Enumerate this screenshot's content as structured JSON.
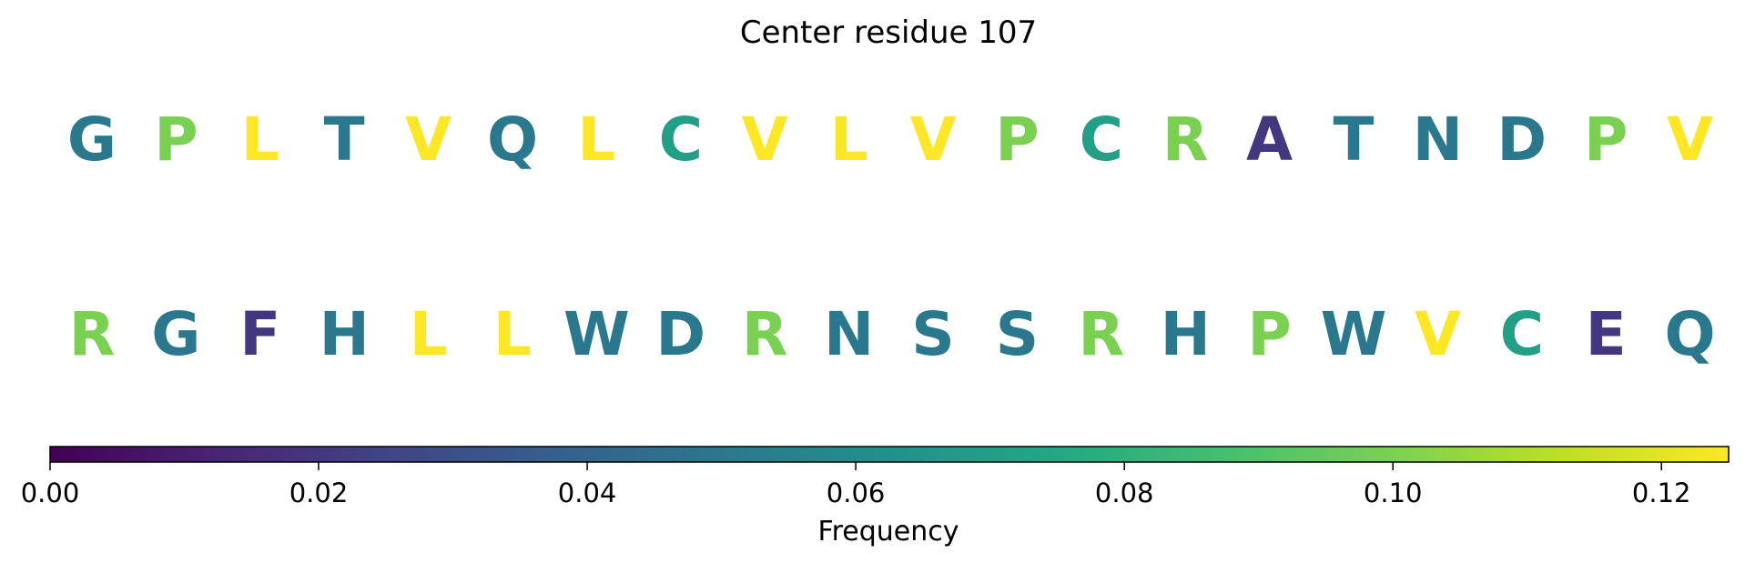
{
  "chart_data": {
    "type": "heatmap",
    "title": "Center residue 107",
    "colorbar": {
      "label": "Frequency",
      "range": [
        0.0,
        0.125
      ],
      "ticks": [
        "0.00",
        "0.02",
        "0.04",
        "0.06",
        "0.08",
        "0.10",
        "0.12"
      ],
      "tick_values": [
        0.0,
        0.02,
        0.04,
        0.06,
        0.08,
        0.1,
        0.12
      ],
      "colormap": "viridis"
    },
    "rows": [
      {
        "residues": [
          "G",
          "P",
          "L",
          "T",
          "V",
          "Q",
          "L",
          "C",
          "V",
          "L",
          "V",
          "P",
          "C",
          "R",
          "A",
          "T",
          "N",
          "D",
          "P",
          "V"
        ],
        "frequencies": [
          0.05,
          0.1,
          0.125,
          0.05,
          0.125,
          0.05,
          0.125,
          0.07,
          0.125,
          0.125,
          0.125,
          0.1,
          0.07,
          0.1,
          0.02,
          0.05,
          0.05,
          0.05,
          0.1,
          0.125
        ]
      },
      {
        "residues": [
          "R",
          "G",
          "F",
          "H",
          "L",
          "L",
          "W",
          "D",
          "R",
          "N",
          "S",
          "S",
          "R",
          "H",
          "P",
          "W",
          "V",
          "C",
          "E",
          "Q"
        ],
        "frequencies": [
          0.1,
          0.05,
          0.02,
          0.05,
          0.125,
          0.125,
          0.05,
          0.05,
          0.1,
          0.05,
          0.05,
          0.05,
          0.1,
          0.05,
          0.1,
          0.05,
          0.125,
          0.07,
          0.02,
          0.05
        ]
      }
    ]
  }
}
